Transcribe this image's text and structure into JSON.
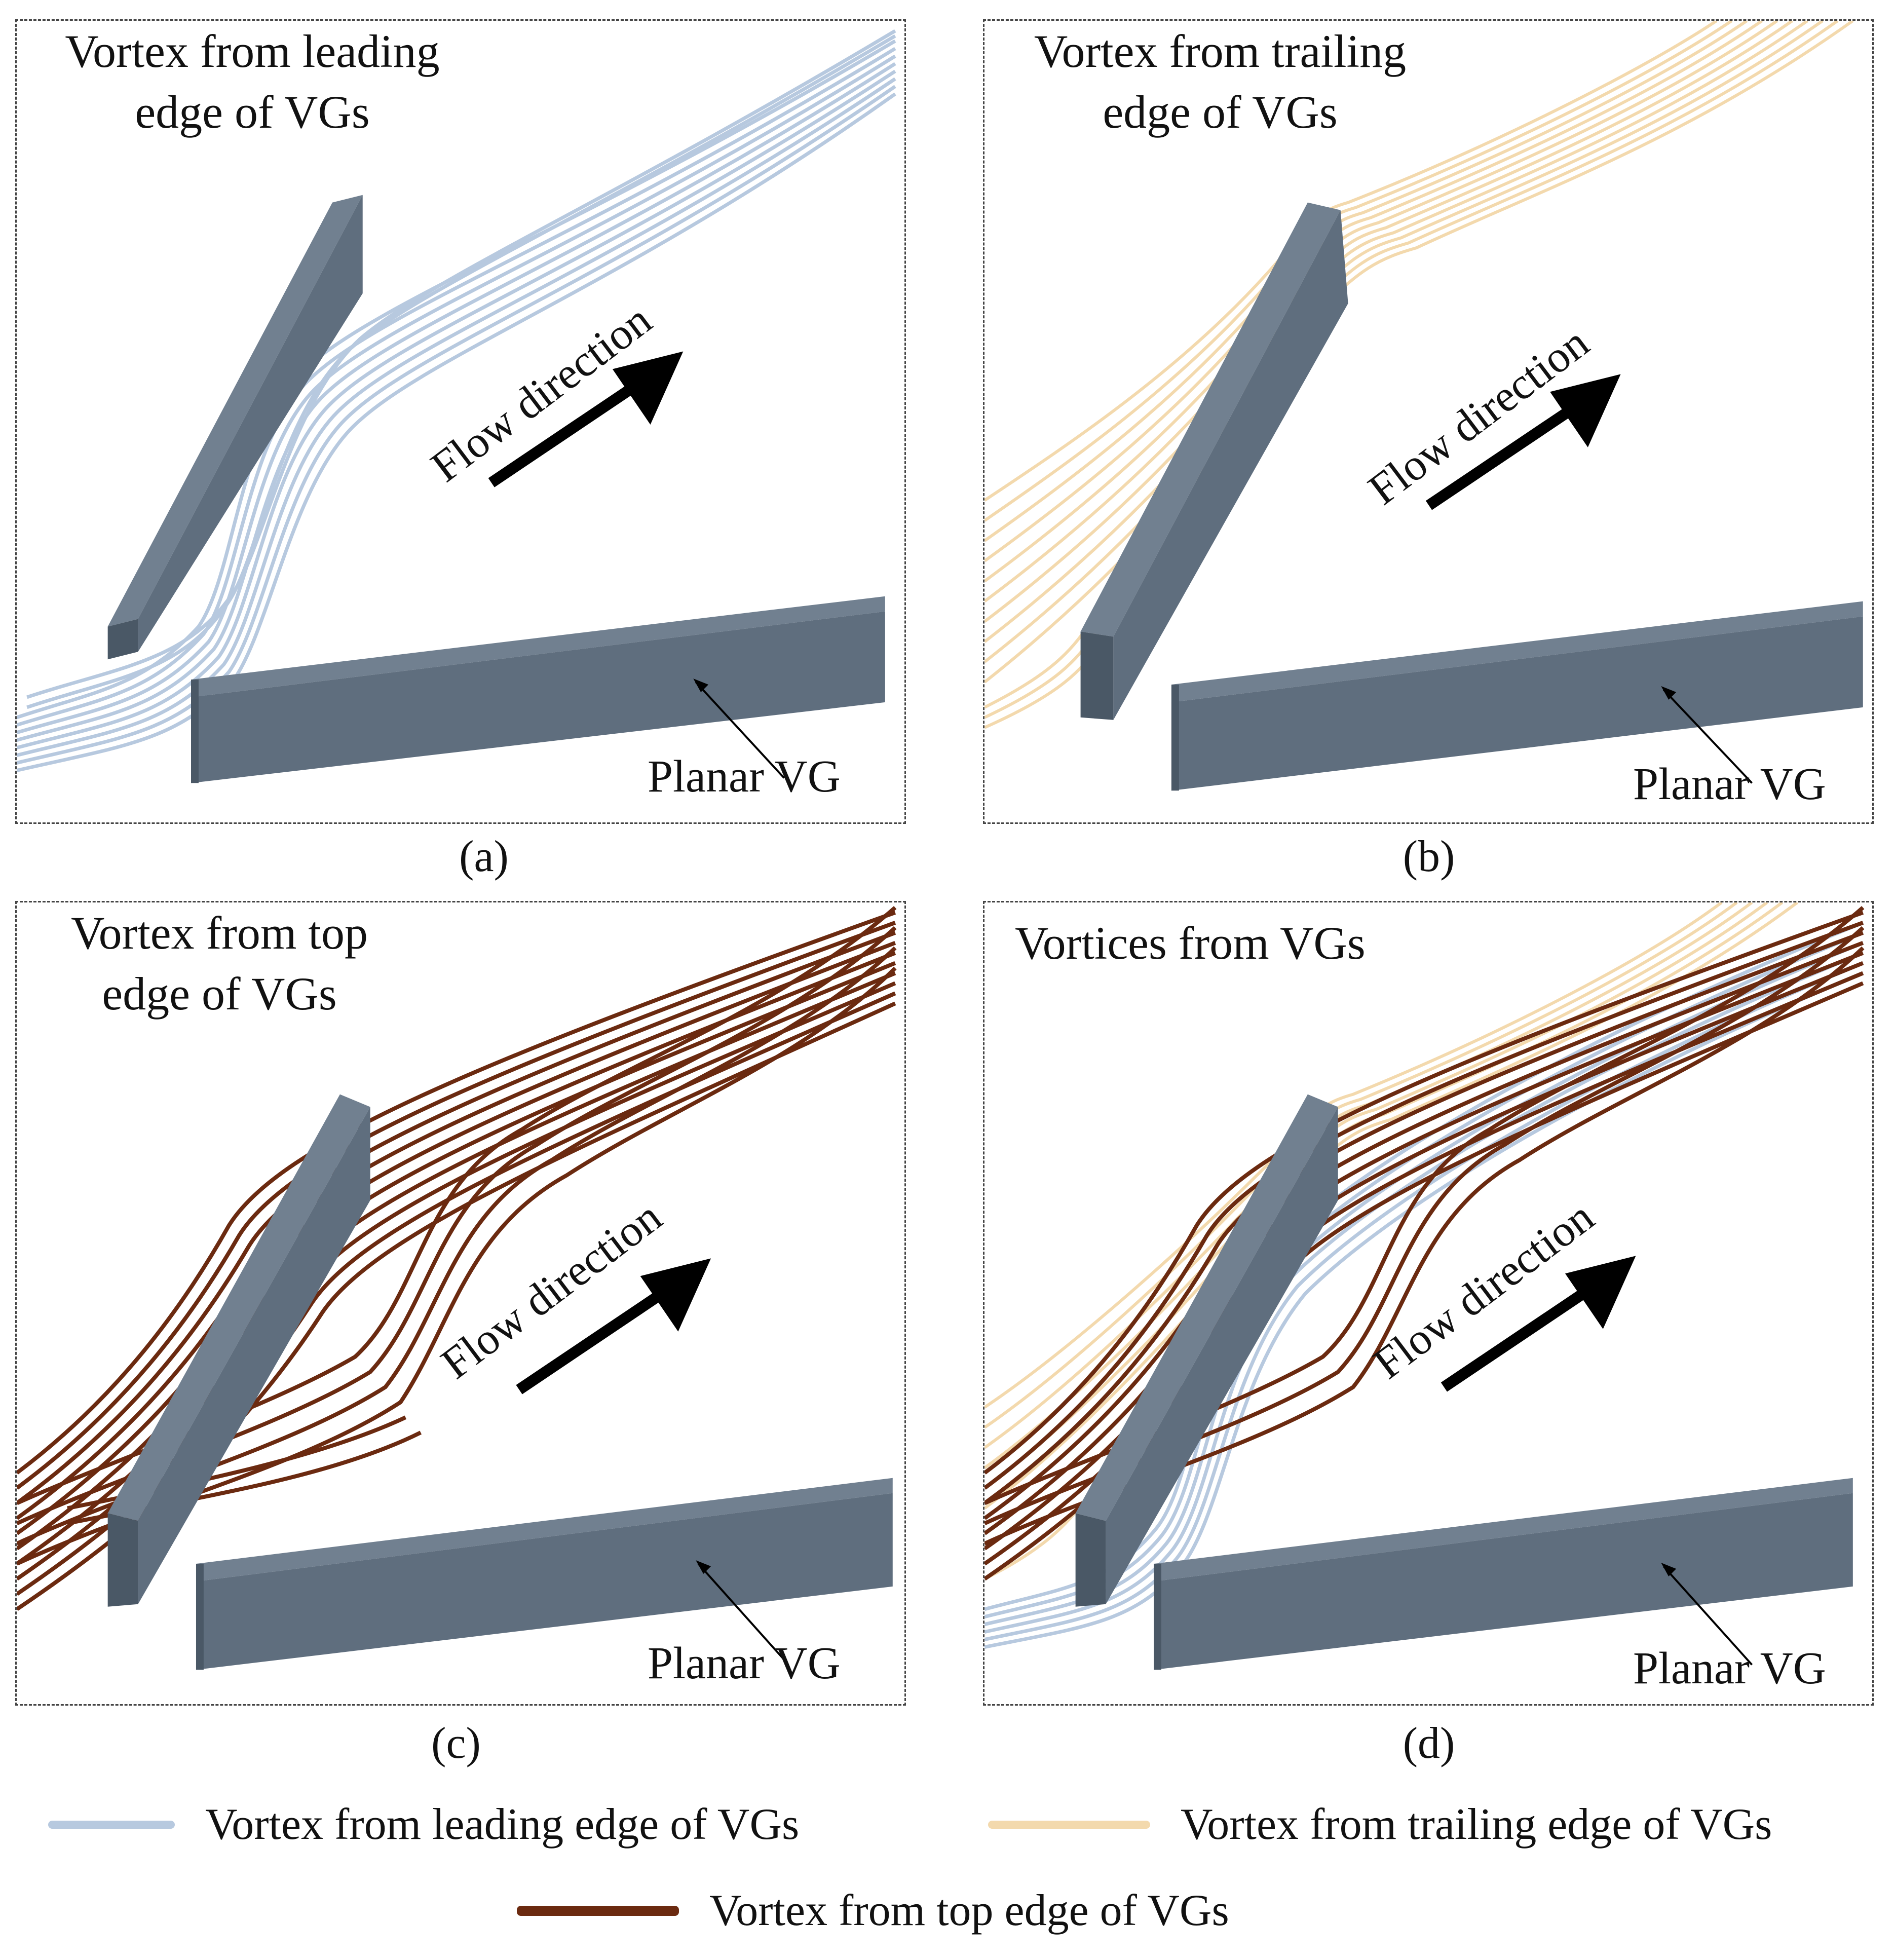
{
  "panels": {
    "a": {
      "title": "Vortex from leading edge of VGs",
      "flow_label": "Flow direction",
      "planar_label": "Planar VG",
      "caption": "(a)"
    },
    "b": {
      "title": "Vortex from trailing edge of VGs",
      "flow_label": "Flow direction",
      "planar_label": "Planar VG",
      "caption": "(b)"
    },
    "c": {
      "title": "Vortex from top edge of VGs",
      "flow_label": "Flow direction",
      "planar_label": "Planar VG",
      "caption": "(c)"
    },
    "d": {
      "title": "Vortices from VGs",
      "flow_label": "Flow direction",
      "planar_label": "Planar VG",
      "caption": "(d)"
    }
  },
  "legend": {
    "leading": {
      "label": "Vortex from leading edge of VGs",
      "color": "#b7c9df"
    },
    "trailing": {
      "label": "Vortex from trailing edge of VGs",
      "color": "#f3d9ad"
    },
    "top": {
      "label": "Vortex from top edge of VGs",
      "color": "#6b2a10"
    }
  },
  "colors": {
    "vg_face": "#5f6e7e",
    "vg_top": "#718090",
    "vg_side": "#4a5866",
    "arrow": "#000000"
  }
}
